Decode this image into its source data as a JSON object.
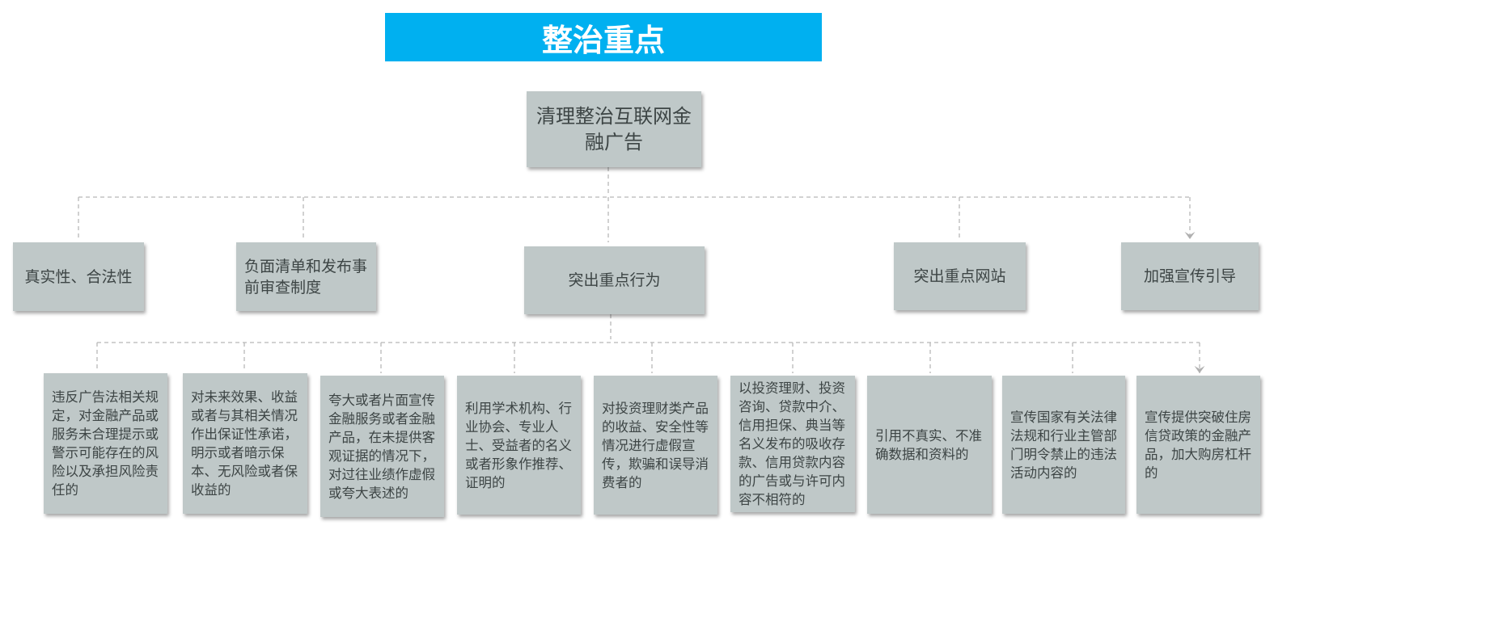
{
  "title": "整治重点",
  "root": "清理整治互联网金融广告",
  "level2": [
    "真实性、合法性",
    "负面清单和发布事前审查制度",
    "突出重点行为",
    "突出重点网站",
    "加强宣传引导"
  ],
  "level3": [
    "违反广告法相关规定，对金融产品或服务未合理提示或警示可能存在的风险以及承担风险责任的",
    "对未来效果、收益或者与其相关情况作出保证性承诺，明示或者暗示保本、无风险或者保收益的",
    "夸大或者片面宣传金融服务或者金融产品，在未提供客观证据的情况下，对过往业绩作虚假或夸大表述的",
    "利用学术机构、行业协会、专业人士、受益者的名义或者形象作推荐、证明的",
    "对投资理财类产品的收益、安全性等情况进行虚假宣传，欺骗和误导消费者的",
    "以投资理财、投资咨询、贷款中介、信用担保、典当等名义发布的吸收存款、信用贷款内容的广告或与许可内容不相符的",
    "引用不真实、不准确数据和资料的",
    "宣传国家有关法律法规和行业主管部门明令禁止的违法活动内容的",
    "宣传提供突破住房信贷政策的金融产品，加大购房杠杆的"
  ],
  "colors": {
    "title_bg": "#00b0f0",
    "box_bg": "#bfc8c8",
    "connector": "#b0b0b0"
  }
}
